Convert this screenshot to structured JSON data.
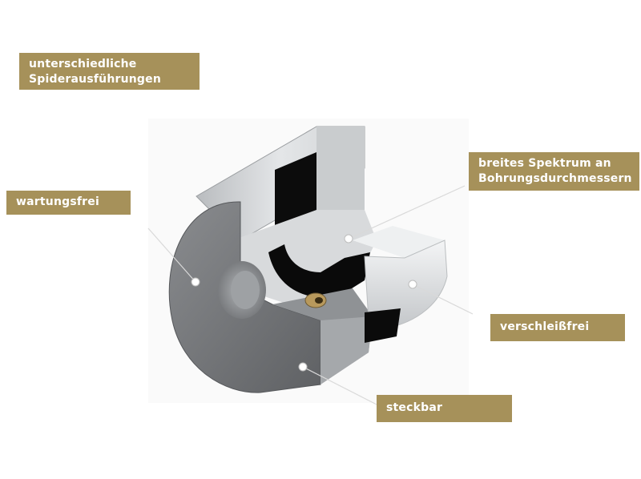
{
  "colors": {
    "label_bg": "#a6915a",
    "label_text": "#ffffff",
    "leader_line": "#d9d9d9",
    "marker": "#ffffff"
  },
  "callouts": {
    "spider": {
      "line1": "unterschiedliche",
      "line2": "Spiderausführungen"
    },
    "maintenance": {
      "text": "wartungsfrei"
    },
    "bore": {
      "line1": "breites Spektrum an",
      "line2": "Bohrungsdurchmessern"
    },
    "wear": {
      "text": "verschleißfrei"
    },
    "plug": {
      "text": "steckbar"
    }
  }
}
